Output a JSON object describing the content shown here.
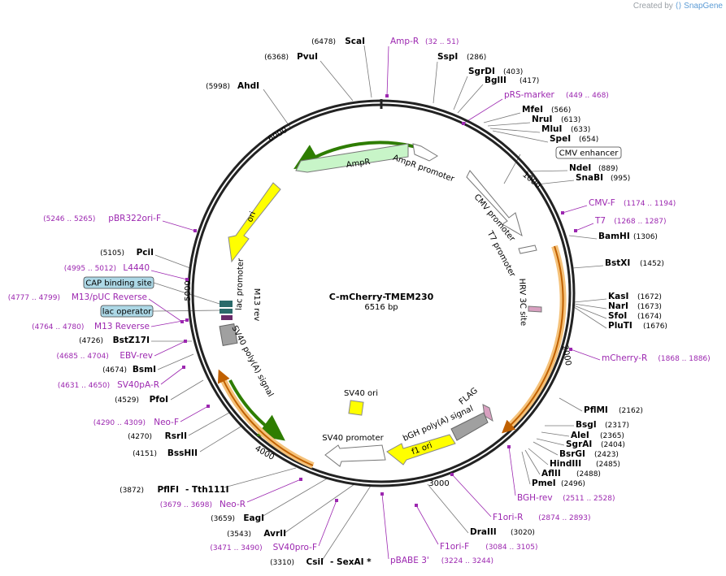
{
  "credit": {
    "created_by": "Created by",
    "logo_text": "SnapGene"
  },
  "plasmid": {
    "name": "C-mCherry-TMEM230",
    "size": "6516 bp"
  },
  "colors": {
    "primer": "#9c27b0",
    "site": "#000000",
    "ring": "#222222"
  },
  "ticks": [
    "1000",
    "2000",
    "3000",
    "4000",
    "5000",
    "6000"
  ],
  "features": [
    {
      "name": "AmpR",
      "color": "#c8f5c8"
    },
    {
      "name": "AmpR promoter",
      "color": "#ffffff"
    },
    {
      "name": "ori",
      "color": "#ffff00"
    },
    {
      "name": "lac promoter",
      "color": "#ffffff"
    },
    {
      "name": "M13 rev",
      "color": "#ffffff"
    },
    {
      "name": "SV40 poly(A) signal",
      "color": "#a0a0a0"
    },
    {
      "name": "SV40 ori",
      "color": "#ffff00"
    },
    {
      "name": "SV40 promoter",
      "color": "#ffffff"
    },
    {
      "name": "f1 ori",
      "color": "#ffff00"
    },
    {
      "name": "bGH poly(A) signal",
      "color": "#a0a0a0"
    },
    {
      "name": "FLAG",
      "color": "#d8a0c0"
    },
    {
      "name": "HRV 3C site",
      "color": "#d8a0c0"
    },
    {
      "name": "T7 promoter",
      "color": "#ffffff"
    },
    {
      "name": "CMV promoter",
      "color": "#ffffff"
    }
  ],
  "sites": [
    {
      "name": "ScaI",
      "pos": "(6478)"
    },
    {
      "name": "PvuI",
      "pos": "(6368)"
    },
    {
      "name": "AhdI",
      "pos": "(5998)"
    },
    {
      "name": "SspI",
      "pos": "(286)"
    },
    {
      "name": "SgrDI",
      "pos": "(403)"
    },
    {
      "name": "BglII",
      "pos": "(417)"
    },
    {
      "name": "MfeI",
      "pos": "(566)"
    },
    {
      "name": "NruI",
      "pos": "(613)"
    },
    {
      "name": "MluI",
      "pos": "(633)"
    },
    {
      "name": "SpeI",
      "pos": "(654)"
    },
    {
      "name": "NdeI",
      "pos": "(889)"
    },
    {
      "name": "SnaBI",
      "pos": "(995)"
    },
    {
      "name": "BamHI",
      "pos": "(1306)"
    },
    {
      "name": "BstXI",
      "pos": "(1452)"
    },
    {
      "name": "KasI",
      "pos": "(1672)"
    },
    {
      "name": "NarI",
      "pos": "(1673)"
    },
    {
      "name": "SfoI",
      "pos": "(1674)"
    },
    {
      "name": "PluTI",
      "pos": "(1676)"
    },
    {
      "name": "PflMI",
      "pos": "(2162)"
    },
    {
      "name": "BsgI",
      "pos": "(2317)"
    },
    {
      "name": "AleI",
      "pos": "(2365)"
    },
    {
      "name": "SgrAI",
      "pos": "(2404)"
    },
    {
      "name": "BsrGI",
      "pos": "(2423)"
    },
    {
      "name": "HindIII",
      "pos": "(2485)"
    },
    {
      "name": "AflII",
      "pos": "(2488)"
    },
    {
      "name": "PmeI",
      "pos": "(2496)"
    },
    {
      "name": "DraIII",
      "pos": "(3020)"
    },
    {
      "name": "CsiI",
      "pos": "(3310)",
      "extra": "SexAI *"
    },
    {
      "name": "AvrII",
      "pos": "(3543)"
    },
    {
      "name": "EagI",
      "pos": "(3659)"
    },
    {
      "name": "PflFI",
      "pos": "(3872)",
      "extra": "Tth111I"
    },
    {
      "name": "BssHII",
      "pos": "(4151)"
    },
    {
      "name": "RsrII",
      "pos": "(4270)"
    },
    {
      "name": "PfoI",
      "pos": "(4529)"
    },
    {
      "name": "BsmI",
      "pos": "(4674)"
    },
    {
      "name": "BstZ17I",
      "pos": "(4726)"
    },
    {
      "name": "PciI",
      "pos": "(5105)"
    }
  ],
  "primers": [
    {
      "name": "Amp-R",
      "range": "(32 .. 51)"
    },
    {
      "name": "pRS-marker",
      "range": "(449 .. 468)"
    },
    {
      "name": "CMV-F",
      "range": "(1174 .. 1194)"
    },
    {
      "name": "T7",
      "range": "(1268 .. 1287)"
    },
    {
      "name": "mCherry-R",
      "range": "(1868 .. 1886)"
    },
    {
      "name": "BGH-rev",
      "range": "(2511 .. 2528)"
    },
    {
      "name": "F1ori-R",
      "range": "(2874 .. 2893)"
    },
    {
      "name": "F1ori-F",
      "range": "(3084 .. 3105)"
    },
    {
      "name": "pBABE 3'",
      "range": "(3224 .. 3244)"
    },
    {
      "name": "SV40pro-F",
      "range": "(3471 .. 3490)"
    },
    {
      "name": "Neo-R",
      "range": "(3679 .. 3698)"
    },
    {
      "name": "Neo-F",
      "range": "(4290 .. 4309)"
    },
    {
      "name": "SV40pA-R",
      "range": "(4631 .. 4650)"
    },
    {
      "name": "EBV-rev",
      "range": "(4685 .. 4704)"
    },
    {
      "name": "M13 Reverse",
      "range": "(4764 .. 4780)"
    },
    {
      "name": "M13/pUC Reverse",
      "range": "(4777 .. 4799)"
    },
    {
      "name": "L4440",
      "range": "(4995 .. 5012)"
    },
    {
      "name": "pBR322ori-F",
      "range": "(5246 .. 5265)"
    }
  ],
  "boxed": [
    {
      "name": "CMV enhancer"
    },
    {
      "name": "CAP binding site"
    },
    {
      "name": "lac operator"
    }
  ]
}
